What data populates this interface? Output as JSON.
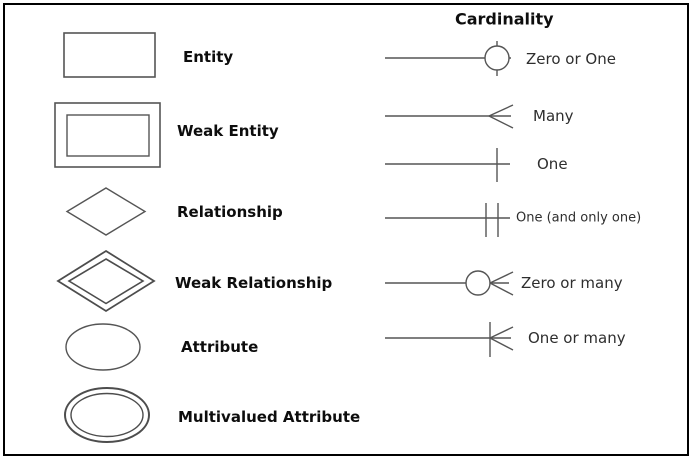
{
  "colors": {
    "shape_stroke": "#555555",
    "label_text": "#0d0d0d",
    "cardinality_text": "#2e2e2e",
    "frame_border": "#000000",
    "background": "#ffffff"
  },
  "legend": {
    "items": [
      {
        "label": "Entity",
        "symbol": "rectangle-icon"
      },
      {
        "label": "Weak Entity",
        "symbol": "double-rectangle-icon"
      },
      {
        "label": "Relationship",
        "symbol": "diamond-icon"
      },
      {
        "label": "Weak Relationship",
        "symbol": "double-diamond-icon"
      },
      {
        "label": "Attribute",
        "symbol": "ellipse-icon"
      },
      {
        "label": "Multivalued Attribute",
        "symbol": "double-ellipse-icon"
      }
    ]
  },
  "cardinality": {
    "title": "Cardinality",
    "items": [
      {
        "label": "Zero or One",
        "symbol": "line-circle-tick-icon"
      },
      {
        "label": "Many",
        "symbol": "line-crow-foot-icon"
      },
      {
        "label": "One",
        "symbol": "line-single-tick-icon"
      },
      {
        "label": "One (and only one)",
        "symbol": "line-double-tick-icon"
      },
      {
        "label": "Zero or many",
        "symbol": "line-circle-crow-foot-icon"
      },
      {
        "label": "One or many",
        "symbol": "line-tick-crow-foot-icon"
      }
    ]
  }
}
